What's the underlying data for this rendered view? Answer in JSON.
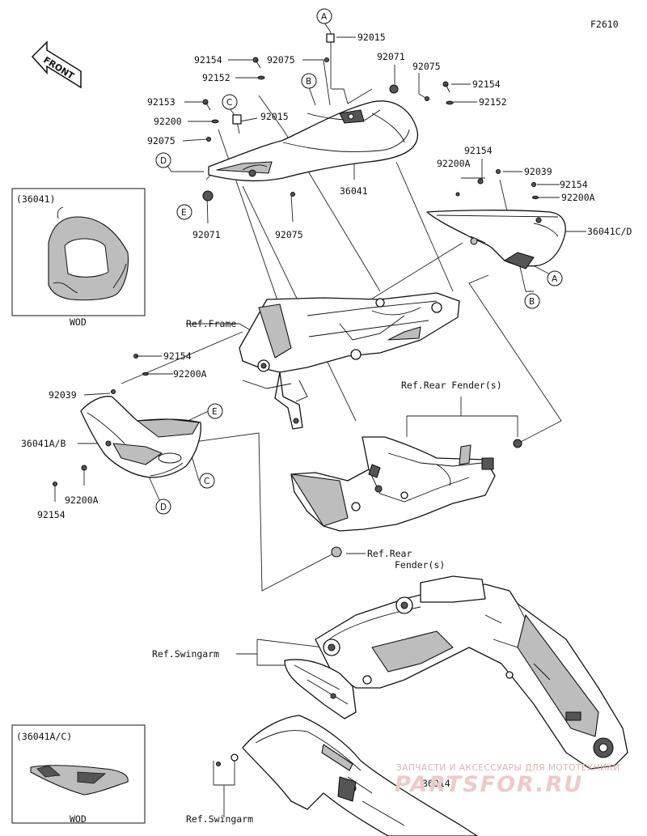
{
  "figure_code": "F2610",
  "front_label": "FRONT",
  "circles": {
    "a1": "A",
    "a2": "A",
    "b1": "B",
    "b2": "B",
    "c1": "C",
    "c2": "C",
    "d1": "D",
    "d2": "D",
    "e1": "E",
    "e2": "E"
  },
  "labels": {
    "l92015a": "92015",
    "l92075a": "92075",
    "l92154a": "92154",
    "l92152a": "92152",
    "l92071a": "92071",
    "l92075b": "92075",
    "l92154b": "92154",
    "l92152b": "92152",
    "l92153": "92153",
    "l92200": "92200",
    "l92015b": "92015",
    "l92075c": "92075",
    "l36041": "36041",
    "l92071b": "92071",
    "l92075d": "92075",
    "l92154c": "92154",
    "l92200Aa": "92200A",
    "l92039a": "92039",
    "l92154d": "92154",
    "l92200Ab": "92200A",
    "l36041CD": "36041C/D",
    "refFrame": "Ref.Frame",
    "l92154e": "92154",
    "l92200Ac": "92200A",
    "l92039b": "92039",
    "l36041AB": "36041A/B",
    "l92200Ad": "92200A",
    "l92154f": "92154",
    "refRearFender1": "Ref.Rear Fender(s)",
    "refRearFender2a": "Ref.Rear",
    "refRearFender2b": "Fender(s)",
    "refSwingarm1": "Ref.Swingarm",
    "l36014": "36014",
    "refSwingarm2": "Ref.Swingarm"
  },
  "insets": {
    "inset1_title": "(36041)",
    "inset1_note": "WOD",
    "inset2_title": "(36041A/C)",
    "inset2_note": "WOD"
  },
  "watermark": {
    "line1": "ЗАПЧАСТИ И АКСЕССУАРЫ ДЛЯ МОТОТЕХНИКИ",
    "line2": "PARTSFOR.RU"
  }
}
